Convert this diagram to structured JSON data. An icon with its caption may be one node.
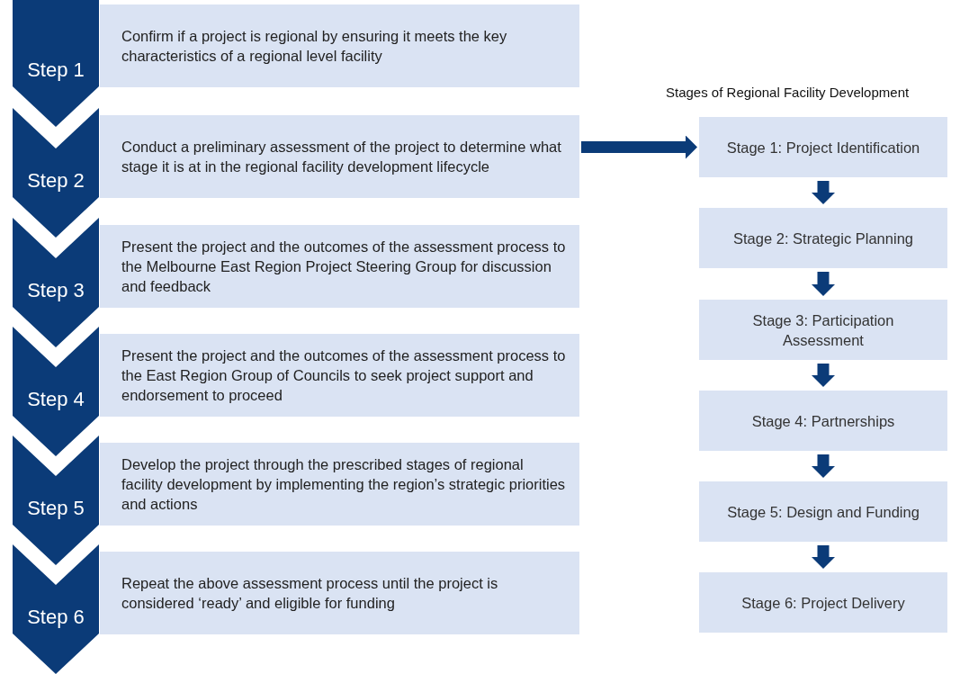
{
  "diagram": {
    "nodes": [
      {
        "text": [
          "Step 1"
        ]
      },
      {
        "text": [
          "Confirm if a project is regional by ensuring it meets the key characteristics of a regional level facility"
        ]
      },
      {
        "text": [
          "Step 2"
        ]
      },
      {
        "text": [
          "Conduct a preliminary assessment of the project to determine what stage it is at in the regional facility development lifecycle"
        ]
      },
      {
        "text": [
          "Step 3"
        ]
      },
      {
        "text": [
          "Present the project and the outcomes of the assessment process to the Melbourne East Region Project Steering Group for discussion and feedback"
        ]
      },
      {
        "text": [
          "Step 4"
        ]
      },
      {
        "text": [
          "Present the project and the outcomes of the assessment process to the East Region Group of Councils to seek project support and endorsement to proceed"
        ]
      },
      {
        "text": [
          "Step 5"
        ]
      },
      {
        "text": [
          "Develop the project through the prescribed stages of regional facility development by implementing the region’s strategic priorities and actions"
        ]
      },
      {
        "text": [
          "Step 6"
        ]
      },
      {
        "text": [
          "Repeat the above assessment process until the project is considered ‘ready’ and eligible for funding"
        ]
      },
      {
        "text": [
          "Stage 1: Project Identification"
        ]
      },
      {
        "text": [
          "Stage 2: Strategic Planning"
        ]
      },
      {
        "text": [
          "Stage 3: Participation Assessment"
        ]
      },
      {
        "text": [
          "Stage 4: Partnerships"
        ]
      },
      {
        "text": [
          "Stage 5: Design and Funding"
        ]
      },
      {
        "text": [
          "Stage 6: Project Delivery"
        ]
      }
    ],
    "edges": [
      {
        "from": 3,
        "to": 12,
        "arrow": "to"
      },
      {
        "from": 12,
        "to": 13,
        "arrow": "to"
      },
      {
        "from": 13,
        "to": 14,
        "arrow": "to"
      },
      {
        "from": 14,
        "to": 15,
        "arrow": "to"
      },
      {
        "from": 15,
        "to": 16,
        "arrow": "to"
      },
      {
        "from": 16,
        "to": 17,
        "arrow": "to"
      }
    ],
    "labels": [
      "Stages of Regional Facility Development"
    ]
  }
}
